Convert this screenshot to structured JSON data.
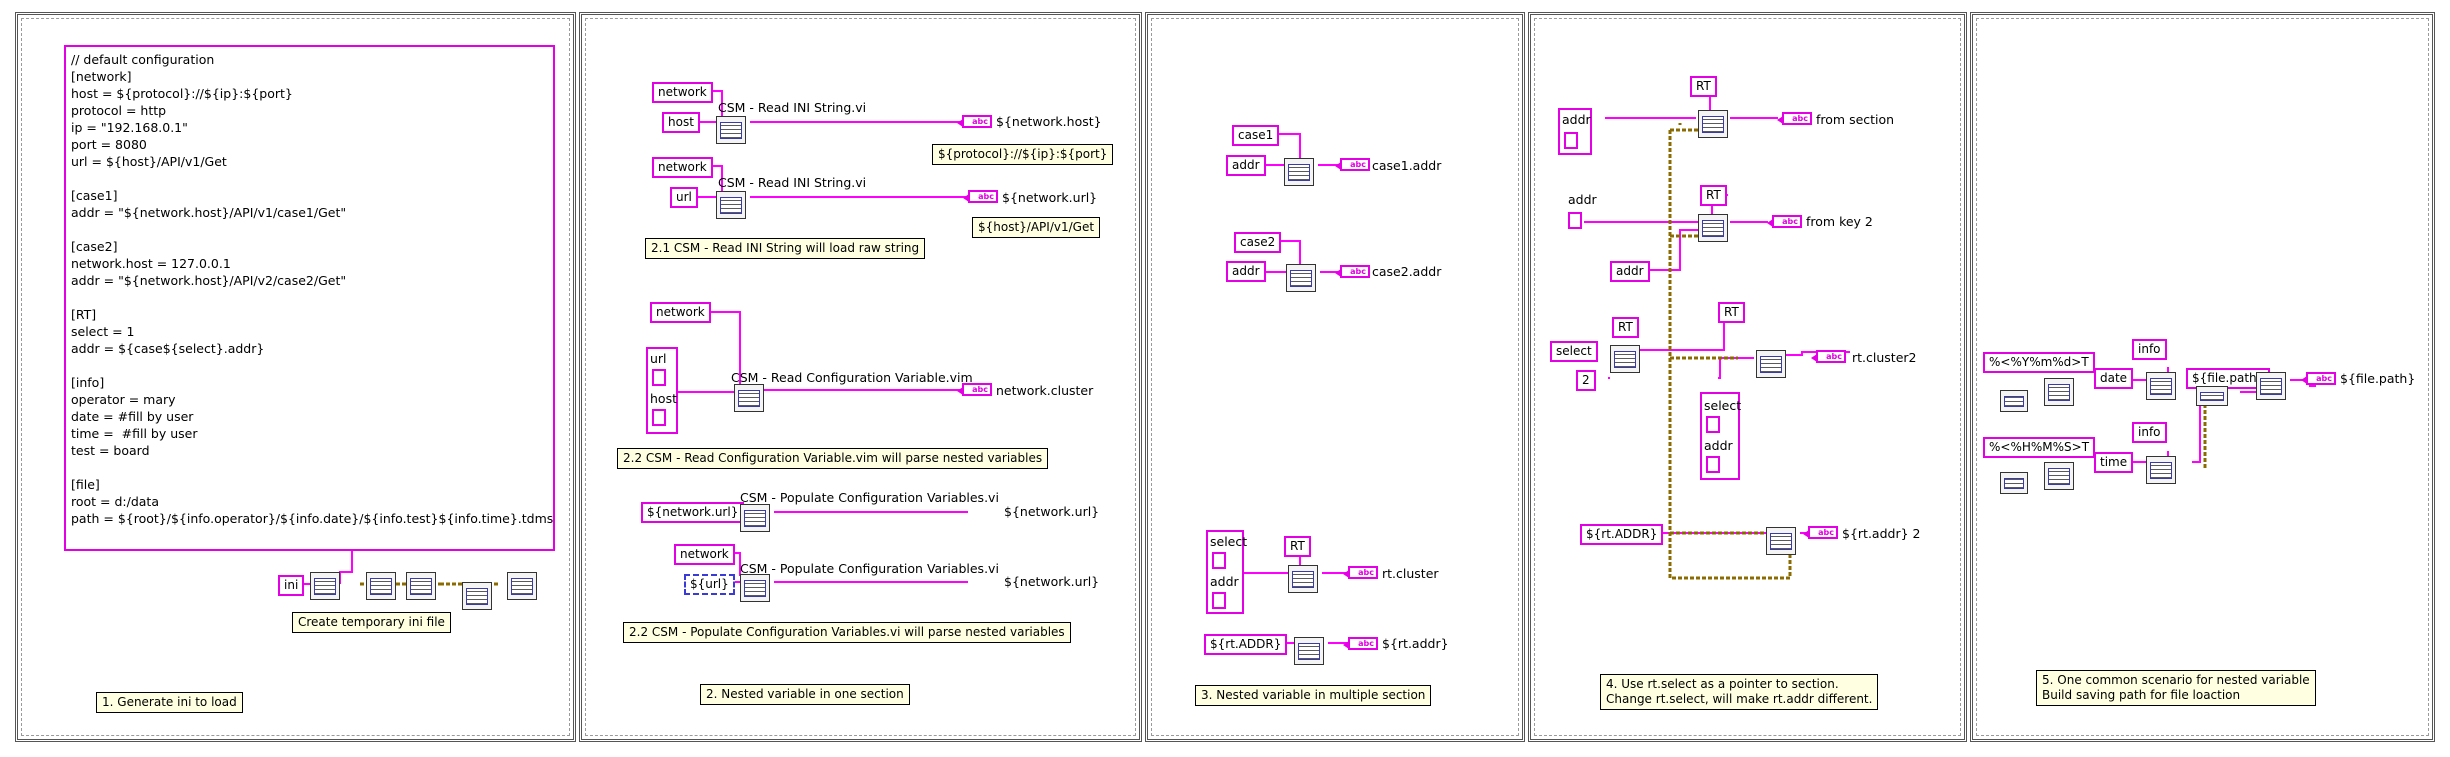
{
  "sections": {
    "s1": {
      "config_text": "// default configuration\n[network]\nhost = ${protocol}://${ip}:${port}\nprotocol = http\nip = \"192.168.0.1\"\nport = 8080\nurl = ${host}/API/v1/Get\n\n[case1]\naddr = \"${network.host}/API/v1/case1/Get\"\n\n[case2]\nnetwork.host = 127.0.0.1\naddr = \"${network.host}/API/v2/case2/Get\"\n\n[RT]\nselect = 1\naddr = ${case${select}.addr}\n\n[info]\noperator = mary\ndate = #fill by user\ntime =  #fill by user\ntest = board\n\n[file]\nroot = d:/data\npath = ${root}/${info.operator}/${info.date}/${info.test}${info.time}.tdms",
      "ini_const": "ini",
      "create_note": "Create temporary ini file",
      "title": "1. Generate ini to load"
    },
    "s2": {
      "r1_section": "network",
      "r1_key": "host",
      "r1_vi": "CSM - Read INI String.vi",
      "r1_out": "${network.host}",
      "r1_result": "${protocol}://${ip}:${port}",
      "r2_section": "network",
      "r2_key": "url",
      "r2_vi": "CSM - Read INI String.vi",
      "r2_out": "${network.url}",
      "r2_result": "${host}/API/v1/Get",
      "note_21": "2.1 CSM - Read INI String will load raw string",
      "r3_section": "network",
      "r3_cluster_a": "url",
      "r3_cluster_b": "host",
      "r3_vi": "CSM - Read Configuration Variable.vim",
      "r3_out": "network.cluster",
      "note_22a": "2.2 CSM - Read Configuration Variable.vim will parse nested variables",
      "r4_in": "${network.url}",
      "r4_vi": "CSM - Populate Configuration Variables.vi",
      "r4_out": "${network.url}",
      "r5_section": "network",
      "r5_in": "${url}",
      "r5_vi": "CSM - Populate Configuration Variables.vi",
      "r5_out": "${network.url}",
      "note_22b": "2.2 CSM - Populate Configuration Variables.vi will parse nested variables",
      "title": "2. Nested variable in one section"
    },
    "s3": {
      "c1_section": "case1",
      "c1_key": "addr",
      "c1_out": "case1.addr",
      "c2_section": "case2",
      "c2_key": "addr",
      "c2_out": "case2.addr",
      "rt_section": "RT",
      "cluster_a": "select",
      "cluster_b": "addr",
      "rt_out": "rt.cluster",
      "rt_in": "${rt.ADDR}",
      "rt_addr_out": "${rt.addr}",
      "title": "3. Nested variable in multiple section"
    },
    "s4": {
      "rt1": "RT",
      "addr_cluster": "addr",
      "from_section": "from section",
      "addr_label": "addr",
      "rt2": "RT",
      "from_key2": "from key 2",
      "addr_const": "addr",
      "select_const": "select",
      "num_const": "2",
      "rt3": "RT",
      "cluster_a": "select",
      "cluster_b": "addr",
      "rt_cluster2": "rt.cluster2",
      "rt_addr_in": "${rt.ADDR}",
      "rt_addr2": "${rt.addr} 2",
      "title": "4. Use rt.select as a pointer to section.\nChange rt.select, will make rt.addr different."
    },
    "s5": {
      "fmt1": "%<%Y%m%d>T",
      "info1": "info",
      "date": "date",
      "fmt2": "%<%H%M%S>T",
      "info2": "info",
      "time": "time",
      "path_in": "${file.path}",
      "path_out": "${file.path}",
      "title": "5. One common scenario for nested variable\nBuild saving path for file loaction"
    }
  },
  "colors": {
    "wire_string": "#ff00ff",
    "wire_cluster": "#8b6b00",
    "note_bg": "#ffffe1"
  }
}
